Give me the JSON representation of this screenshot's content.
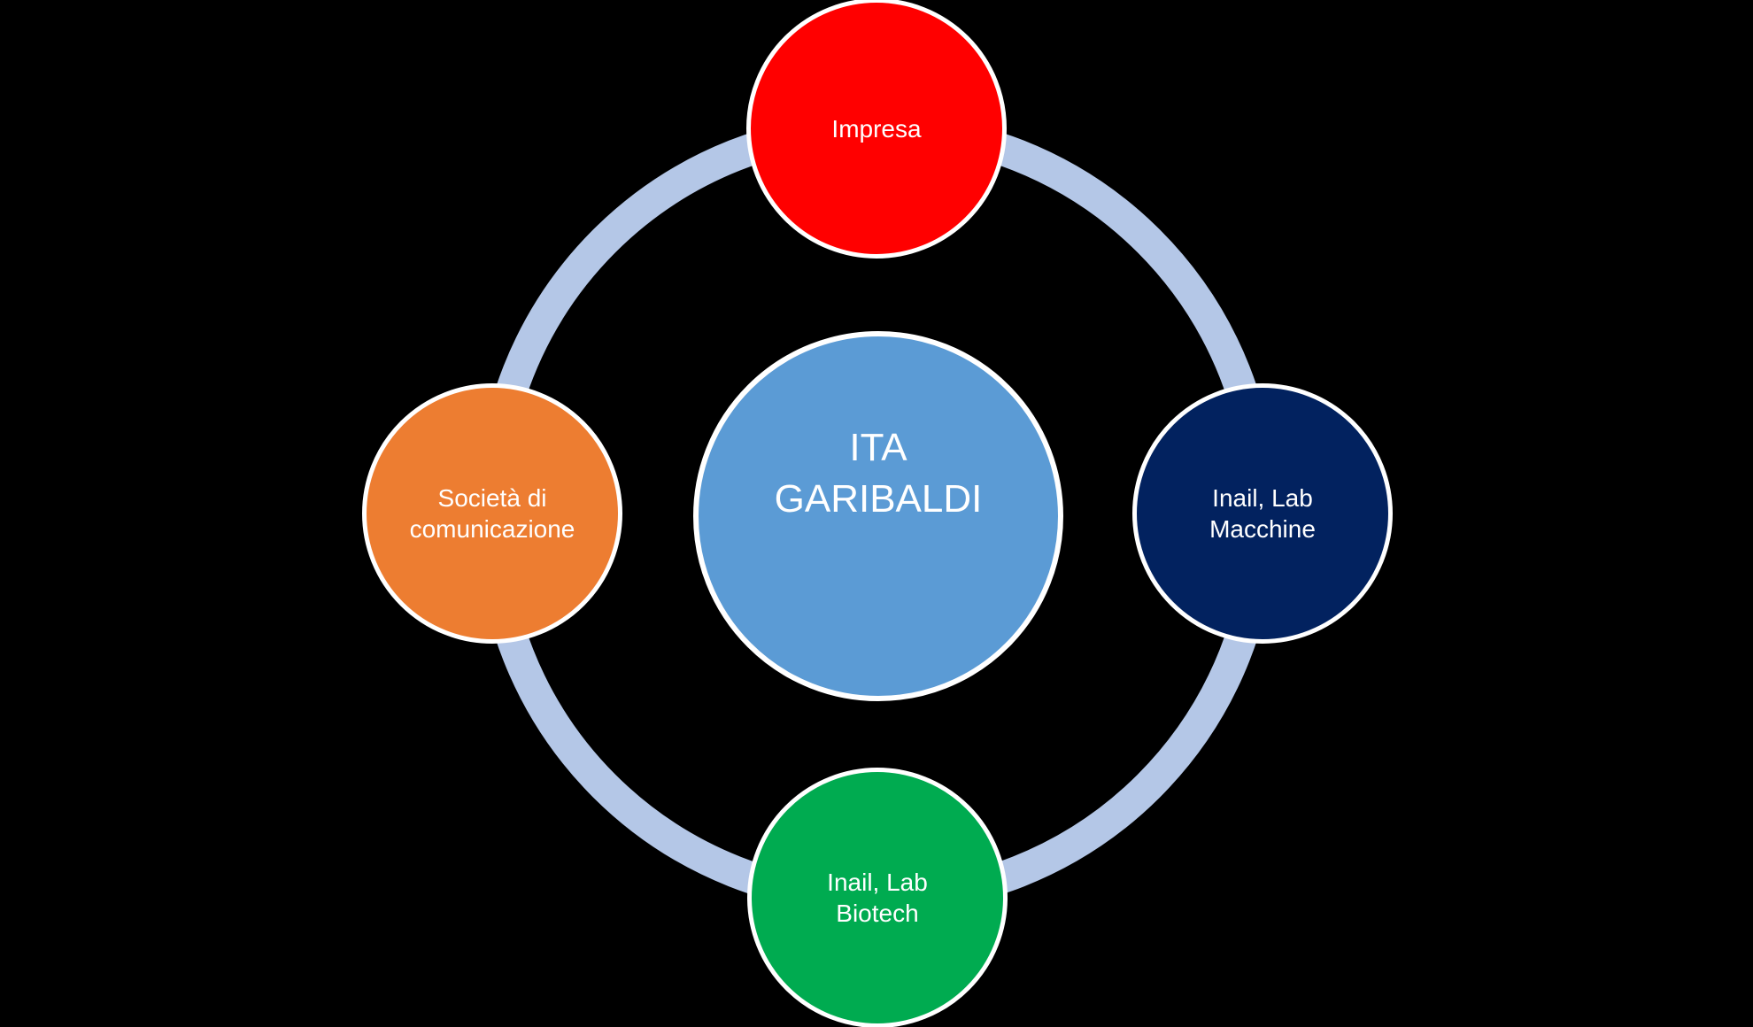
{
  "diagram": {
    "type": "cycle-diagram",
    "background_color": "#000000",
    "ring": {
      "color": "#B4C7E7",
      "stroke_width": 36
    },
    "center_node": {
      "label": "ITA GARIBALDI",
      "lines": {
        "0": "ITA",
        "1": "GARIBALDI"
      },
      "fill_color": "#5B9BD5",
      "border_color": "#FFFFFF",
      "text_color": "#FFFFFF"
    },
    "nodes": {
      "top": {
        "label": "Impresa",
        "lines": {
          "0": "Impresa"
        },
        "fill_color": "#FF0000",
        "border_color": "#FFFFFF",
        "text_color": "#FFFFFF"
      },
      "right": {
        "label": "Inail, Lab Macchine",
        "lines": {
          "0": "Inail, Lab",
          "1": "Macchine"
        },
        "fill_color": "#02225F",
        "border_color": "#FFFFFF",
        "text_color": "#FFFFFF"
      },
      "bottom": {
        "label": "Inail, Lab Biotech",
        "lines": {
          "0": "Inail, Lab",
          "1": "Biotech"
        },
        "fill_color": "#00AB50",
        "border_color": "#FFFFFF",
        "text_color": "#FFFFFF"
      },
      "left": {
        "label": "Società di comunicazione",
        "lines": {
          "0": "Società di",
          "1": "comunicazione"
        },
        "fill_color": "#ED7D31",
        "border_color": "#FFFFFF",
        "text_color": "#FFFFFF"
      }
    }
  }
}
